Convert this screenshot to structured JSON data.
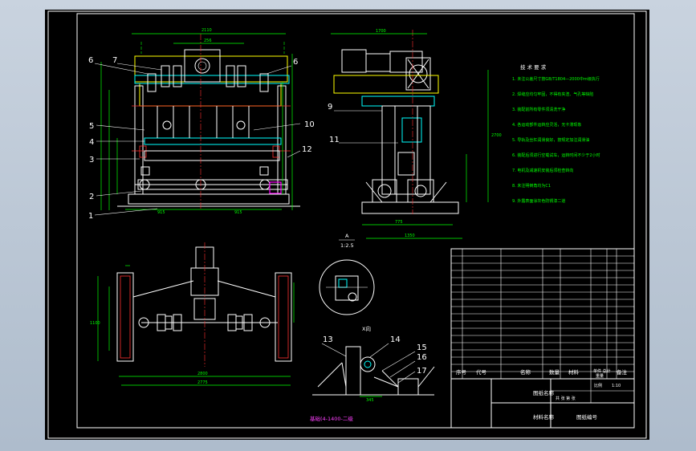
{
  "callouts": {
    "c1": "1",
    "c2": "2",
    "c3": "3",
    "c4": "4",
    "c5": "5",
    "c6a": "6",
    "c6b": "6",
    "c7": "7",
    "c9": "9",
    "c10": "10",
    "c11": "11",
    "c12": "12",
    "c13": "13",
    "c14": "14",
    "c15": "15",
    "c16": "16",
    "c17": "17"
  },
  "views": {
    "detail_title": "A",
    "detail_scale": "1:2.5",
    "x_view_title": "X向",
    "foundation_note": "基础(4-1400-二级"
  },
  "dims": {
    "front_overall": "2110",
    "front_upper": "256",
    "front_left_half": "915",
    "front_right_half": "915",
    "side_top": "1700",
    "side_height": "2700",
    "side_base": "1350",
    "side_inner": "775",
    "plan_width": "2800",
    "plan_inner": "2775",
    "plan_height": "1100",
    "x_view_width": "345"
  },
  "tech_req": {
    "title": "技 术 要 求",
    "lines": [
      "1. 未注公差尺寸按GB/T1804—2000中m级执行",
      "2. 焊缝应均匀牢固，不得有夹渣、气孔等缺陷",
      "3. 装配前所有零件须清洗干净",
      "4. 各运动部件运转应灵活，无卡滞现象",
      "5. 导轨及丝杠润滑良好，按规定加注润滑油",
      "6. 装配后须进行空载试车，运转时间不少于2小时",
      "7. 电机及减速机安装后须检查转向",
      "8. 未注明倒角均为C1",
      "9. 外露表面涂灰色防锈漆二道"
    ]
  },
  "title_block": {
    "drawing_name_label": "图纸名称",
    "material_label": "材料名称",
    "drawing_no_label": "图纸编号",
    "col_no": "序号",
    "col_code": "代号",
    "col_name": "名称",
    "col_qty": "数量",
    "col_material": "材料",
    "col_weight": "单件 总计",
    "col_weight_label": "重量",
    "col_remark": "备注",
    "scale_label": "比例",
    "scale_value": "1:10",
    "sheet_label": "共 张 第 张"
  }
}
